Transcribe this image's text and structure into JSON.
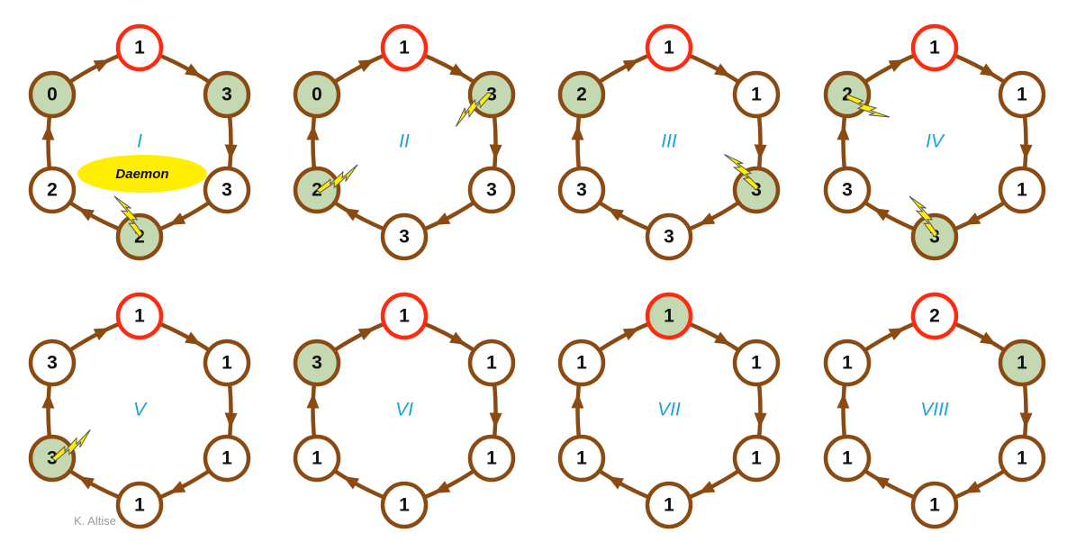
{
  "colors": {
    "ring": "#8b4a12",
    "node_fill": "#ffffff",
    "node_privileged_fill": "#c4d9b1",
    "node_border": "#8b4a12",
    "node_top_border": "#ff2a10",
    "roman_label": "#1aa3e0",
    "daemon_fill": "#ffee00",
    "lightning": "#ffee00",
    "credit": "#9a9a9a"
  },
  "daemon_label": "Daemon",
  "credit": "K. Altise",
  "rings": [
    {
      "label": "I",
      "nodes": [
        {
          "v": "1",
          "p": false
        },
        {
          "v": "3",
          "p": true
        },
        {
          "v": "3",
          "p": false
        },
        {
          "v": "2",
          "p": true
        },
        {
          "v": "2",
          "p": false
        },
        {
          "v": "0",
          "p": true
        }
      ],
      "daemon_bubble": true
    },
    {
      "label": "II",
      "nodes": [
        {
          "v": "1",
          "p": false
        },
        {
          "v": "3",
          "p": true
        },
        {
          "v": "3",
          "p": false
        },
        {
          "v": "3",
          "p": false
        },
        {
          "v": "2",
          "p": true
        },
        {
          "v": "0",
          "p": true
        }
      ]
    },
    {
      "label": "III",
      "nodes": [
        {
          "v": "1",
          "p": false
        },
        {
          "v": "1",
          "p": false
        },
        {
          "v": "3",
          "p": true
        },
        {
          "v": "3",
          "p": false
        },
        {
          "v": "3",
          "p": false
        },
        {
          "v": "2",
          "p": true
        }
      ]
    },
    {
      "label": "IV",
      "nodes": [
        {
          "v": "1",
          "p": false
        },
        {
          "v": "1",
          "p": false
        },
        {
          "v": "1",
          "p": false
        },
        {
          "v": "3",
          "p": true
        },
        {
          "v": "3",
          "p": false
        },
        {
          "v": "2",
          "p": true
        }
      ]
    },
    {
      "label": "V",
      "nodes": [
        {
          "v": "1",
          "p": false
        },
        {
          "v": "1",
          "p": false
        },
        {
          "v": "1",
          "p": false
        },
        {
          "v": "1",
          "p": false
        },
        {
          "v": "3",
          "p": true
        },
        {
          "v": "3",
          "p": false
        }
      ]
    },
    {
      "label": "VI",
      "nodes": [
        {
          "v": "1",
          "p": false
        },
        {
          "v": "1",
          "p": false
        },
        {
          "v": "1",
          "p": false
        },
        {
          "v": "1",
          "p": false
        },
        {
          "v": "1",
          "p": false
        },
        {
          "v": "3",
          "p": true
        }
      ]
    },
    {
      "label": "VII",
      "nodes": [
        {
          "v": "1",
          "p": true
        },
        {
          "v": "1",
          "p": false
        },
        {
          "v": "1",
          "p": false
        },
        {
          "v": "1",
          "p": false
        },
        {
          "v": "1",
          "p": false
        },
        {
          "v": "1",
          "p": false
        }
      ]
    },
    {
      "label": "VIII",
      "nodes": [
        {
          "v": "2",
          "p": false
        },
        {
          "v": "1",
          "p": true
        },
        {
          "v": "1",
          "p": false
        },
        {
          "v": "1",
          "p": false
        },
        {
          "v": "1",
          "p": false
        },
        {
          "v": "1",
          "p": false
        }
      ]
    }
  ]
}
